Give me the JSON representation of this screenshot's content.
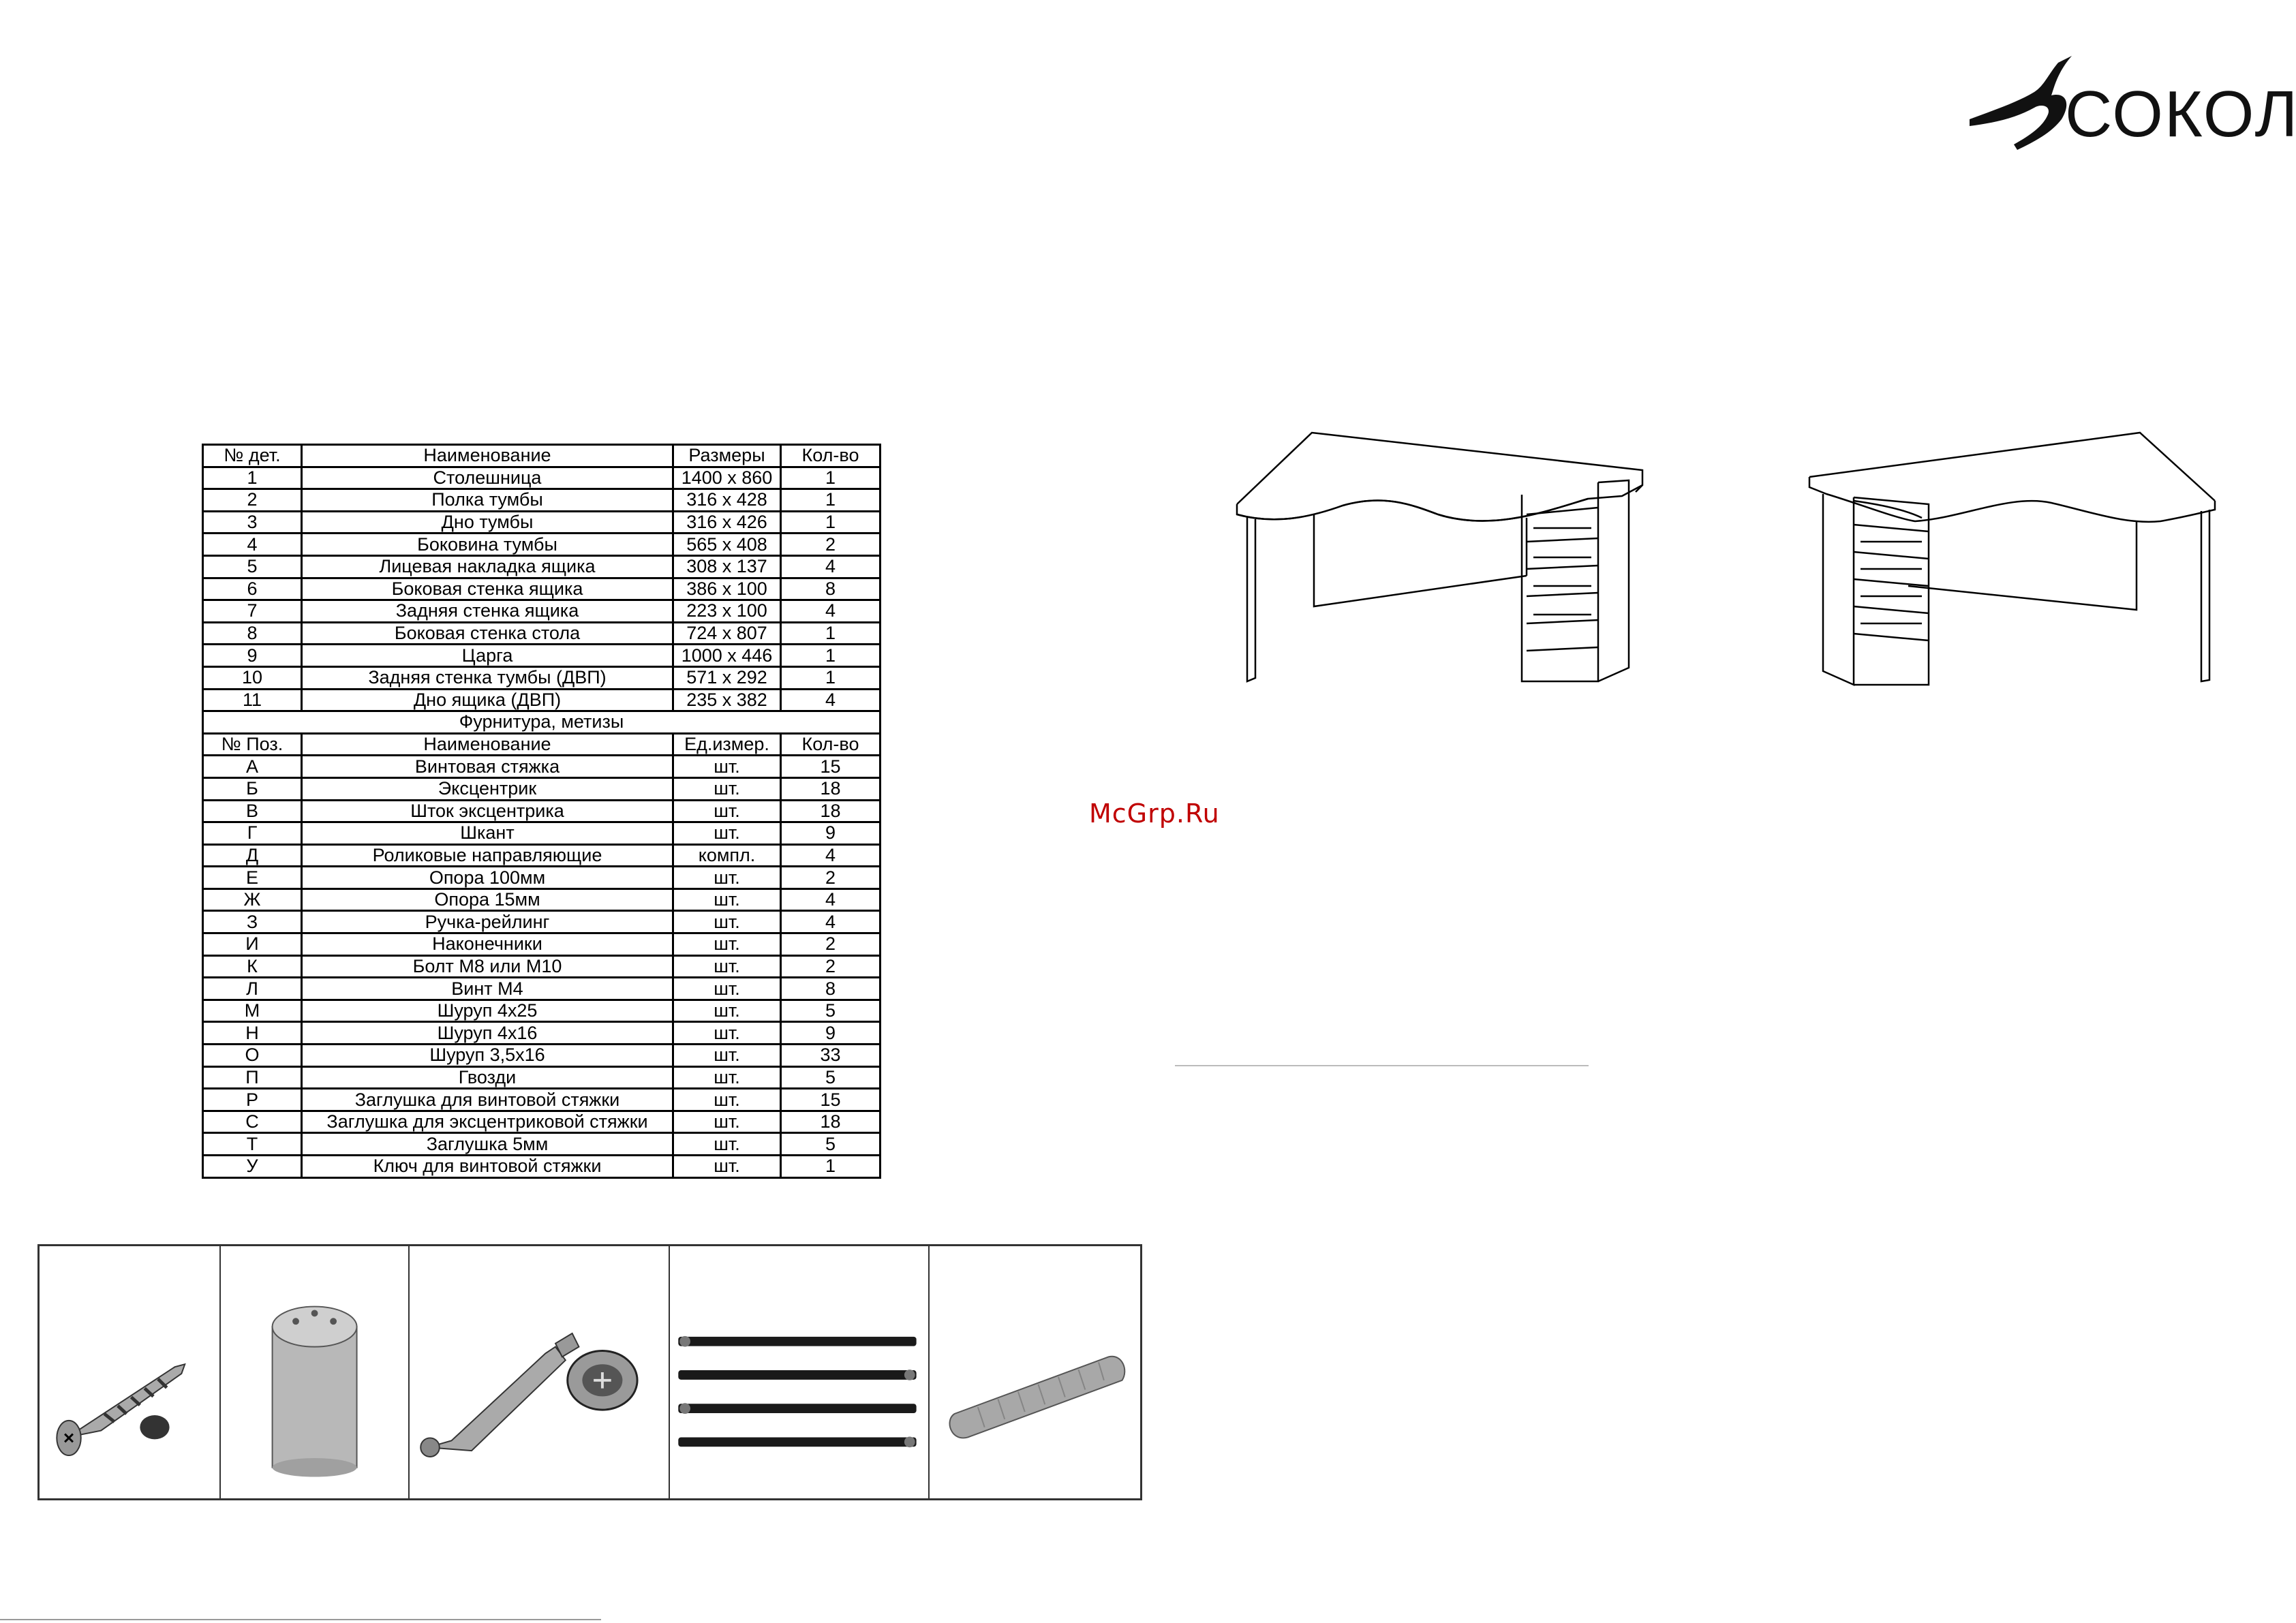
{
  "brand": {
    "name": "СОКОЛ"
  },
  "watermark": "McGrp.Ru",
  "parts_table": {
    "headers": [
      "№ дет.",
      "Наименование",
      "Размеры",
      "Кол-во"
    ],
    "rows": [
      [
        "1",
        "Столешница",
        "1400 x 860",
        "1"
      ],
      [
        "2",
        "Полка тумбы",
        "316 x 428",
        "1"
      ],
      [
        "3",
        "Дно тумбы",
        "316 x 426",
        "1"
      ],
      [
        "4",
        "Боковина тумбы",
        "565 x 408",
        "2"
      ],
      [
        "5",
        "Лицевая накладка ящика",
        "308 x 137",
        "4"
      ],
      [
        "6",
        "Боковая стенка ящика",
        "386 x 100",
        "8"
      ],
      [
        "7",
        "Задняя стенка ящика",
        "223 x 100",
        "4"
      ],
      [
        "8",
        "Боковая стенка стола",
        "724 x 807",
        "1"
      ],
      [
        "9",
        "Царга",
        "1000 x 446",
        "1"
      ],
      [
        "10",
        "Задняя стенка тумбы (ДВП)",
        "571 x 292",
        "1"
      ],
      [
        "11",
        "Дно ящика (ДВП)",
        "235 x 382",
        "4"
      ]
    ]
  },
  "hardware_table": {
    "section_title": "Фурнитура, метизы",
    "headers": [
      "№ Поз.",
      "Наименование",
      "Ед.измер.",
      "Кол-во"
    ],
    "rows": [
      [
        "А",
        "Винтовая стяжка",
        "шт.",
        "15"
      ],
      [
        "Б",
        "Эксцентрик",
        "шт.",
        "18"
      ],
      [
        "В",
        "Шток эксцентрика",
        "шт.",
        "18"
      ],
      [
        "Г",
        "Шкант",
        "шт.",
        "9"
      ],
      [
        "Д",
        "Роликовые направляющие",
        "компл.",
        "4"
      ],
      [
        "Е",
        "Опора 100мм",
        "шт.",
        "2"
      ],
      [
        "Ж",
        "Опора 15мм",
        "шт.",
        "4"
      ],
      [
        "З",
        "Ручка-рейлинг",
        "шт.",
        "4"
      ],
      [
        "И",
        "Наконечники",
        "шт.",
        "2"
      ],
      [
        "К",
        "Болт М8 или М10",
        "шт.",
        "2"
      ],
      [
        "Л",
        "Винт М4",
        "шт.",
        "8"
      ],
      [
        "М",
        "Шуруп 4x25",
        "шт.",
        "5"
      ],
      [
        "Н",
        "Шуруп 4x16",
        "шт.",
        "9"
      ],
      [
        "О",
        "Шуруп 3,5x16",
        "шт.",
        "33"
      ],
      [
        "П",
        "Гвозди",
        "шт.",
        "5"
      ],
      [
        "Р",
        "Заглушка для винтовой стяжки",
        "шт.",
        "15"
      ],
      [
        "С",
        "Заглушка для эксцентриковой стяжки",
        "шт.",
        "18"
      ],
      [
        "Т",
        "Заглушка 5мм",
        "шт.",
        "5"
      ],
      [
        "У",
        "Ключ для винтовой стяжки",
        "шт.",
        "1"
      ]
    ]
  },
  "hardware_photos": [
    "screw-tie",
    "support-leg",
    "eccentric-coupling",
    "roller-slides",
    "wooden-dowel"
  ],
  "colors": {
    "watermark": "#c00000",
    "lines": "#000000"
  }
}
